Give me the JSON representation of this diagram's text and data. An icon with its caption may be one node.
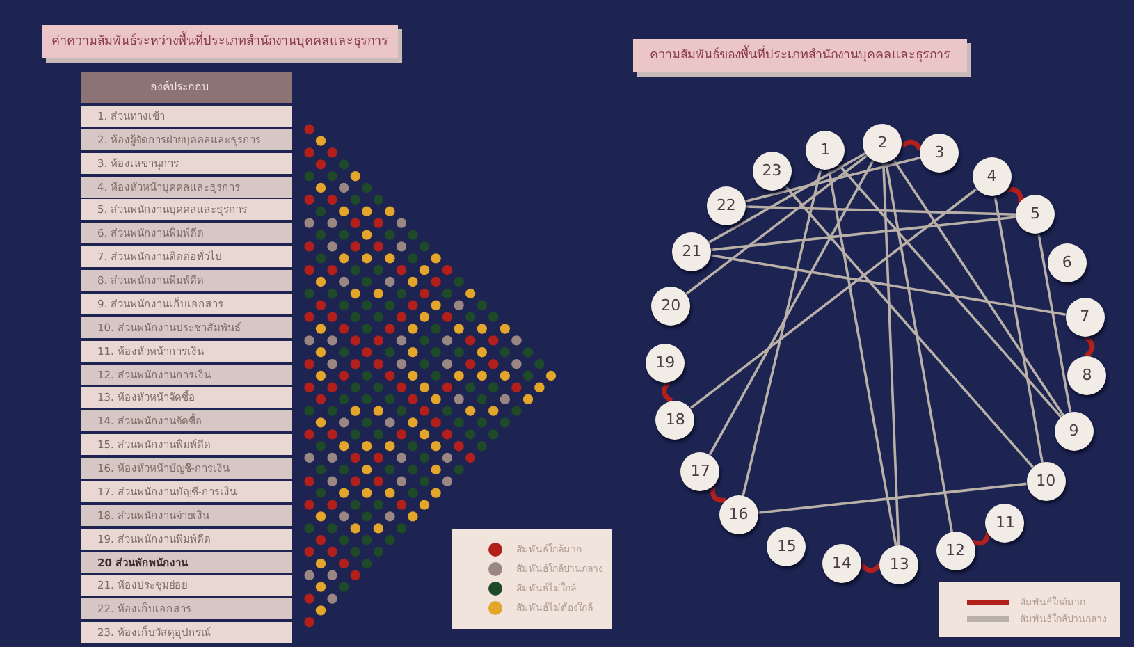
{
  "diagram": {
    "nodes": [
      {
        "text": [
          "1"
        ]
      },
      {
        "text": [
          "2"
        ]
      },
      {
        "text": [
          "3"
        ]
      },
      {
        "text": [
          "4"
        ]
      },
      {
        "text": [
          "5"
        ]
      },
      {
        "text": [
          "6"
        ]
      },
      {
        "text": [
          "7"
        ]
      },
      {
        "text": [
          "8"
        ]
      },
      {
        "text": [
          "9"
        ]
      },
      {
        "text": [
          "10"
        ]
      },
      {
        "text": [
          "11"
        ]
      },
      {
        "text": [
          "12"
        ]
      },
      {
        "text": [
          "13"
        ]
      },
      {
        "text": [
          "14"
        ]
      },
      {
        "text": [
          "15"
        ]
      },
      {
        "text": [
          "16"
        ]
      },
      {
        "text": [
          "17"
        ]
      },
      {
        "text": [
          "18"
        ]
      },
      {
        "text": [
          "19"
        ]
      },
      {
        "text": [
          "20"
        ]
      },
      {
        "text": [
          "21"
        ]
      },
      {
        "text": [
          "22"
        ]
      },
      {
        "text": [
          "23"
        ]
      }
    ],
    "edges": [
      {
        "from": 1,
        "to": 2,
        "arrow": "none",
        "style": "thick",
        "color": "#b3201c"
      },
      {
        "from": 3,
        "to": 4,
        "arrow": "none",
        "style": "thick",
        "color": "#b3201c"
      },
      {
        "from": 6,
        "to": 7,
        "arrow": "none",
        "style": "thick",
        "color": "#b3201c"
      },
      {
        "from": 17,
        "to": 18,
        "arrow": "none",
        "style": "thick",
        "color": "#b3201c"
      },
      {
        "from": 15,
        "to": 16,
        "arrow": "none",
        "style": "thick",
        "color": "#b3201c"
      },
      {
        "from": 12,
        "to": 13,
        "arrow": "none",
        "style": "thick",
        "color": "#b3201c"
      },
      {
        "from": 10,
        "to": 11,
        "arrow": "none",
        "style": "thick",
        "color": "#b3201c"
      },
      {
        "from": 0,
        "to": 15,
        "arrow": "none"
      },
      {
        "from": 0,
        "to": 12,
        "arrow": "none"
      },
      {
        "from": 0,
        "to": 8,
        "arrow": "none"
      },
      {
        "from": 2,
        "to": 21,
        "arrow": "none"
      },
      {
        "from": 1,
        "to": 20,
        "arrow": "none"
      },
      {
        "from": 1,
        "to": 19,
        "arrow": "none"
      },
      {
        "from": 1,
        "to": 16,
        "arrow": "none"
      },
      {
        "from": 1,
        "to": 12,
        "arrow": "none"
      },
      {
        "from": 1,
        "to": 11,
        "arrow": "none"
      },
      {
        "from": 1,
        "to": 8,
        "arrow": "none"
      },
      {
        "from": 20,
        "to": 4,
        "arrow": "none"
      },
      {
        "from": 20,
        "to": 6,
        "arrow": "none"
      },
      {
        "from": 21,
        "to": 4,
        "arrow": "none"
      },
      {
        "from": 22,
        "to": 9,
        "arrow": "none"
      },
      {
        "from": 3,
        "to": 9,
        "arrow": "none"
      },
      {
        "from": 4,
        "to": 8,
        "arrow": "none"
      },
      {
        "from": 15,
        "to": 9,
        "arrow": "none"
      },
      {
        "from": 17,
        "to": 3,
        "arrow": "none"
      }
    ],
    "labels": [
      "ค่าความสัมพันธ์ระหว่างพื้นที่ประเภทสำนักงานบุคคลและธุรการ",
      "ความสัมพันธ์ของพื้นที่ประเภทสำนักงานบุคคลและธุรการ",
      "องค์ประกอบ",
      "1. ส่วนทางเข้า",
      "2. ห้องผู้จัดการฝ่ายบุคคลและธุรการ",
      "3. ห้องเลขานุการ",
      "4. ห้องหัวหน้าบุคคลและธุรการ",
      "5. ส่วนพนักงานบุคคลและธุรการ",
      "6. ส่วนพนักงานพิมพ์ดีด",
      "7. ส่วนพนักงานติดต่อทั่วไป",
      "8. ส่วนพนักงานพิมพ์ดีด",
      "9. ส่วนพนักงานเก็บเอกสาร",
      "10. ส่วนพนักงานประชาสัมพันธ์",
      "11. ห้องหัวหน้าการเงิน",
      "12. ส่วนพนักงานการเงิน",
      "13. ห้องหัวหน้าจัดซื้อ",
      "14. ส่วนพนักงานจัดซื้อ",
      "15. ส่วนพนักงานพิมพ์ดีด",
      "16. ห้องหัวหน้าบัญชี-การเงิน",
      "17. ส่วนพนักงานบัญชี-การเงิน",
      "18. ส่วนพนักงานจ่ายเงิน",
      "19. ส่วนพนักงานพิมพ์ดีด",
      "20 ส่วนพักพนักงาน",
      "21. ห้องประชุมย่อย",
      "22. ห้องเก็บเอกสาร",
      "23. ห้องเก็บวัสดุอุปกรณ์"
    ],
    "legend": [
      {
        "text": "สัมพันธ์ใกล้มาก",
        "color": "#b3201c"
      },
      {
        "text": "สัมพันธ์ใกล้ปานกลาง",
        "color": "#9a8784"
      },
      {
        "text": "สัมพันธ์ไม่ใกล้",
        "color": "#1e4a2a"
      },
      {
        "text": "สัมพันธ์ไม่ต้องใกล้",
        "color": "#e3a52a"
      },
      {
        "text": "สัมพันธ์ใกล้มาก",
        "color": "#b3201c"
      },
      {
        "text": "สัมพันธ์ใกล้ปานกลาง",
        "color": "#b9b0a8"
      }
    ]
  }
}
